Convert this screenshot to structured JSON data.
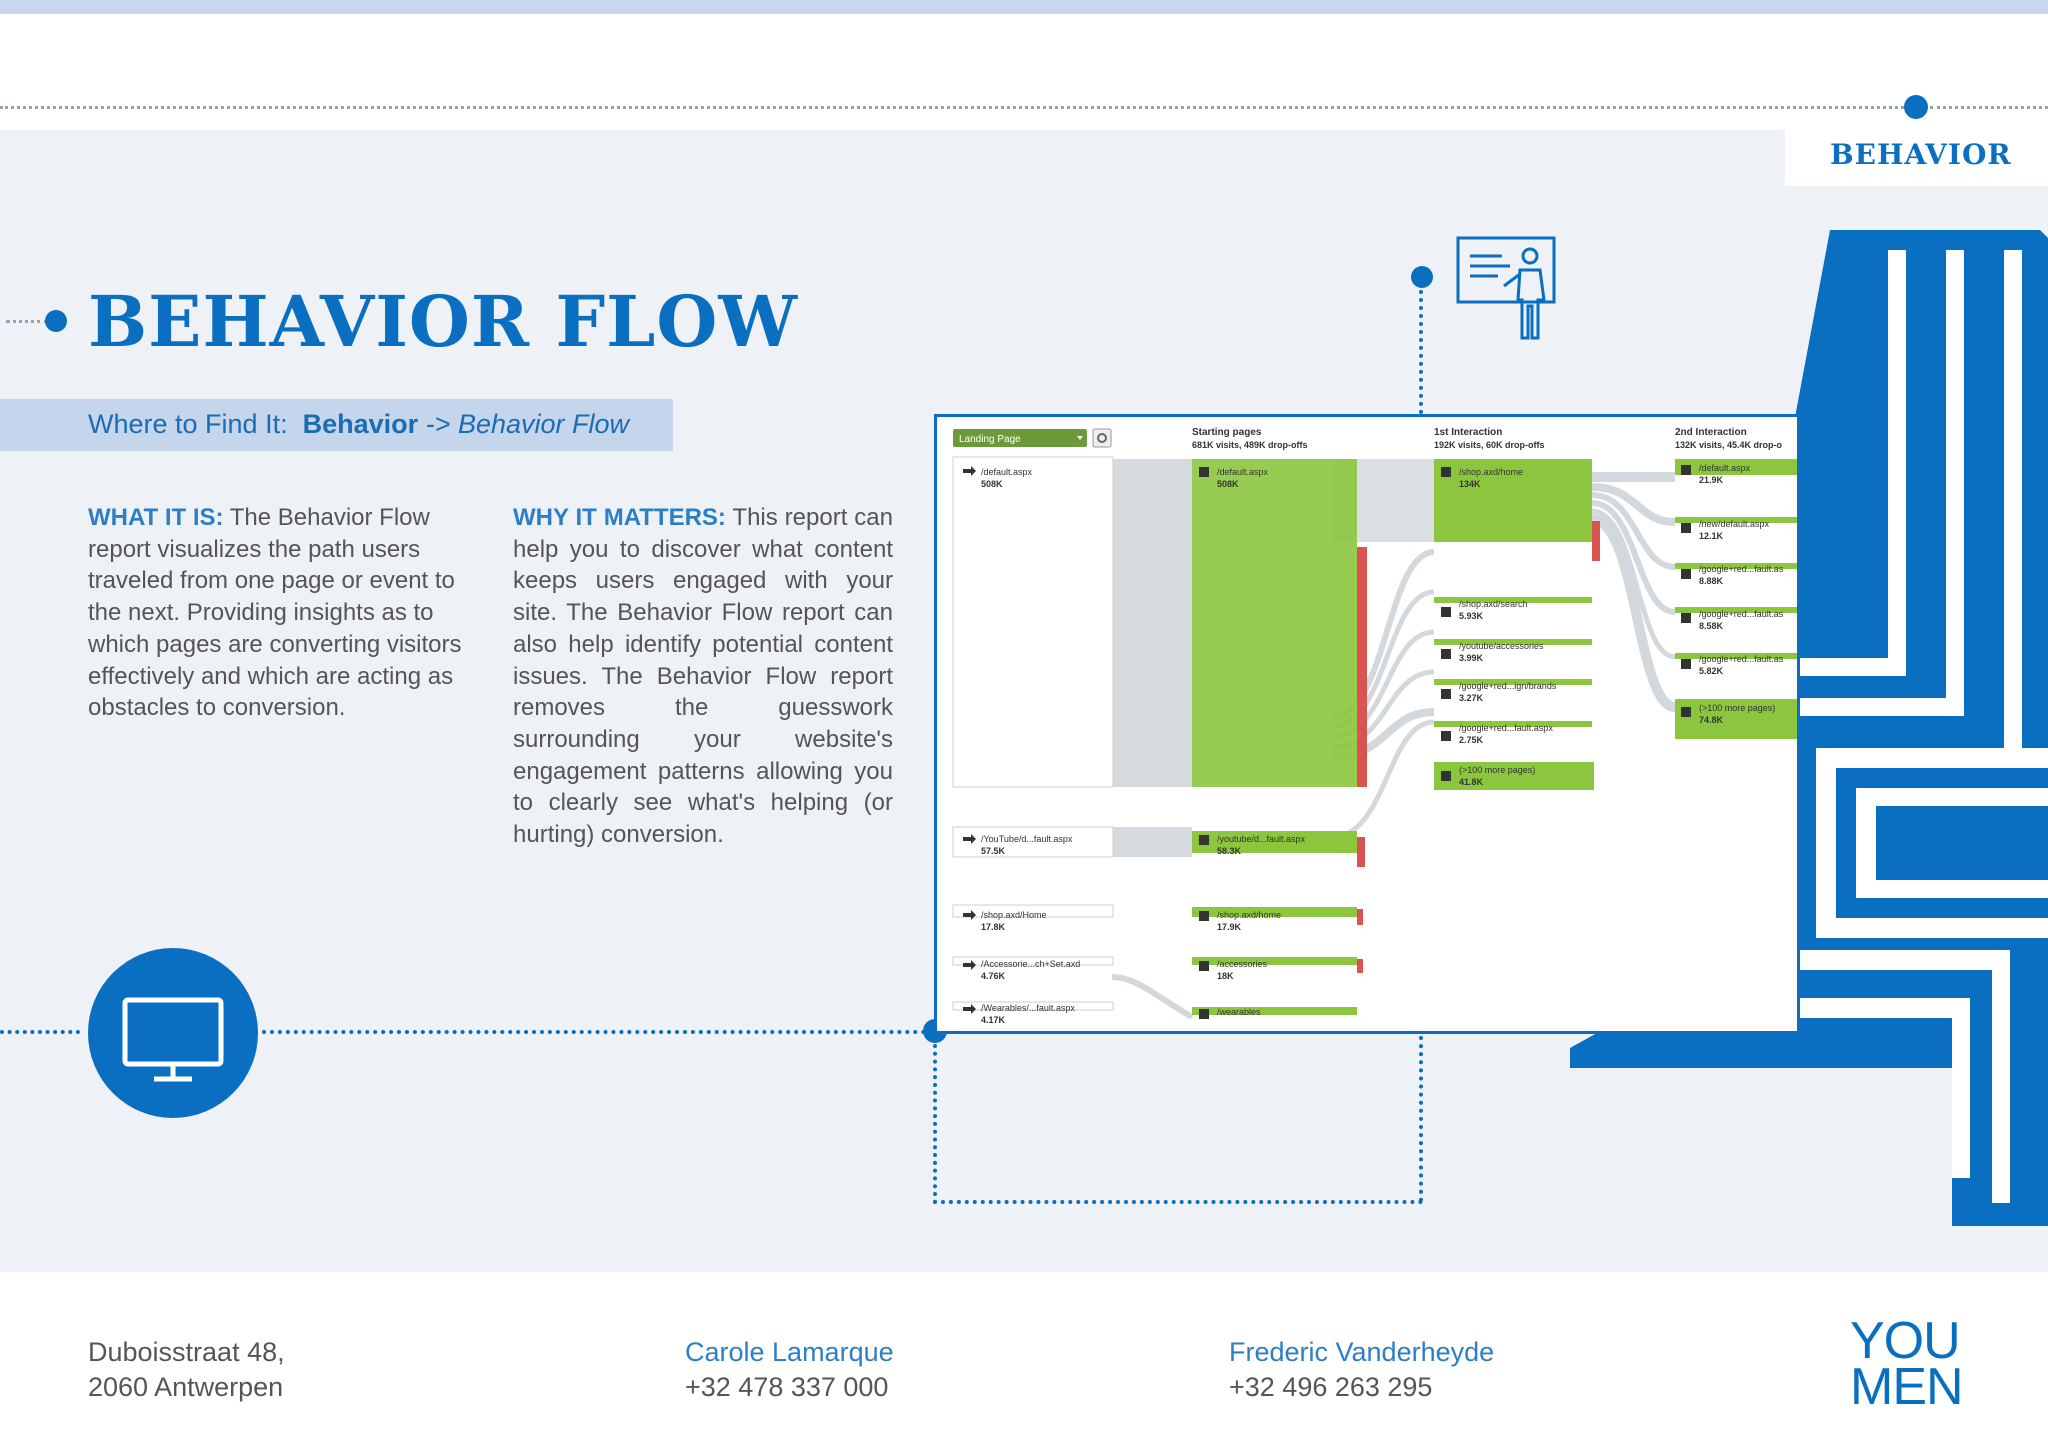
{
  "section": {
    "label": "BEHAVIOR"
  },
  "page": {
    "title": "BEHAVIOR FLOW"
  },
  "find": {
    "prefix": "Where to Find It:",
    "menu": "Behavior",
    "arrow": "->",
    "item": "Behavior Flow"
  },
  "what": {
    "lead": "WHAT IT IS:",
    "body": "The Behavior Flow report visualizes the path users traveled from one page or event to the next. Providing insights as to which pages are converting visitors effectively and which are acting as obstacles to conversion."
  },
  "why": {
    "lead": "WHY IT MATTERS:",
    "body": "This report can help you to discover what content keeps users engaged with your site. The Behavior Flow report can also help identify potential content issues. The Behavior Flow report removes the guesswork surrounding your website's engagement patterns allowing you to clearly see what's helping (or hurting) conversion."
  },
  "screenshot": {
    "dropdown": "Landing Page",
    "col1_title": "Starting pages",
    "col1_sub": "681K visits, 489K drop-offs",
    "col2_title": "1st Interaction",
    "col2_sub": "192K visits, 60K drop-offs",
    "col3_title": "2nd Interaction",
    "col3_sub": "132K visits, 45.4K drop-o",
    "landing": [
      {
        "page": "/default.aspx",
        "value": "508K"
      },
      {
        "page": "/YouTube/d...fault.aspx",
        "value": "57.5K"
      },
      {
        "page": "/shop.axd/Home",
        "value": "17.8K"
      },
      {
        "page": "/Accessorie...ch+Set.axd",
        "value": "4.76K"
      },
      {
        "page": "/Wearables/...fault.aspx",
        "value": "4.17K"
      }
    ],
    "starting": [
      {
        "page": "/default.aspx",
        "value": "508K"
      },
      {
        "page": "/youtube/d...fault.aspx",
        "value": "58.3K"
      },
      {
        "page": "/shop.axd/home",
        "value": "17.9K"
      },
      {
        "page": "/accessories",
        "value": "18K"
      },
      {
        "page": "/wearables",
        "value": ""
      }
    ],
    "first": [
      {
        "page": "/shop.axd/home",
        "value": "134K"
      },
      {
        "page": "/shop.axd/search",
        "value": "5.93K"
      },
      {
        "page": "/youtube/accessories",
        "value": "3.99K"
      },
      {
        "page": "/google+red...ign/brands",
        "value": "3.27K"
      },
      {
        "page": "/google+red...fault.aspx",
        "value": "2.75K"
      },
      {
        "page": "(>100 more pages)",
        "value": "41.8K"
      }
    ],
    "second": [
      {
        "page": "/default.aspx",
        "value": "21.9K"
      },
      {
        "page": "/new/default.aspx",
        "value": "12.1K"
      },
      {
        "page": "/google+red...fault.as",
        "value": "8.88K"
      },
      {
        "page": "/google+red...fault.as",
        "value": "8.58K"
      },
      {
        "page": "/google+red...fault.as",
        "value": "5.82K"
      },
      {
        "page": "(>100 more pages)",
        "value": "74.8K"
      }
    ]
  },
  "footer": {
    "address_line1": "Duboisstraat 48,",
    "address_line2": "2060 Antwerpen",
    "contact1_name": "Carole Lamarque",
    "contact1_phone": "+32 478 337 000",
    "contact2_name": "Frederic Vanderheyde",
    "contact2_phone": "+32 496 263 295",
    "logo_line1": "YOU",
    "logo_line2": "MEN"
  },
  "colors": {
    "brand_blue": "#0b6fc1",
    "panel_gray": "#eef1f5",
    "flow_green": "#8cc63f",
    "dropoff_red": "#d9534f"
  },
  "icons": [
    "teacher-board-icon",
    "monitor-icon",
    "gear-icon"
  ]
}
